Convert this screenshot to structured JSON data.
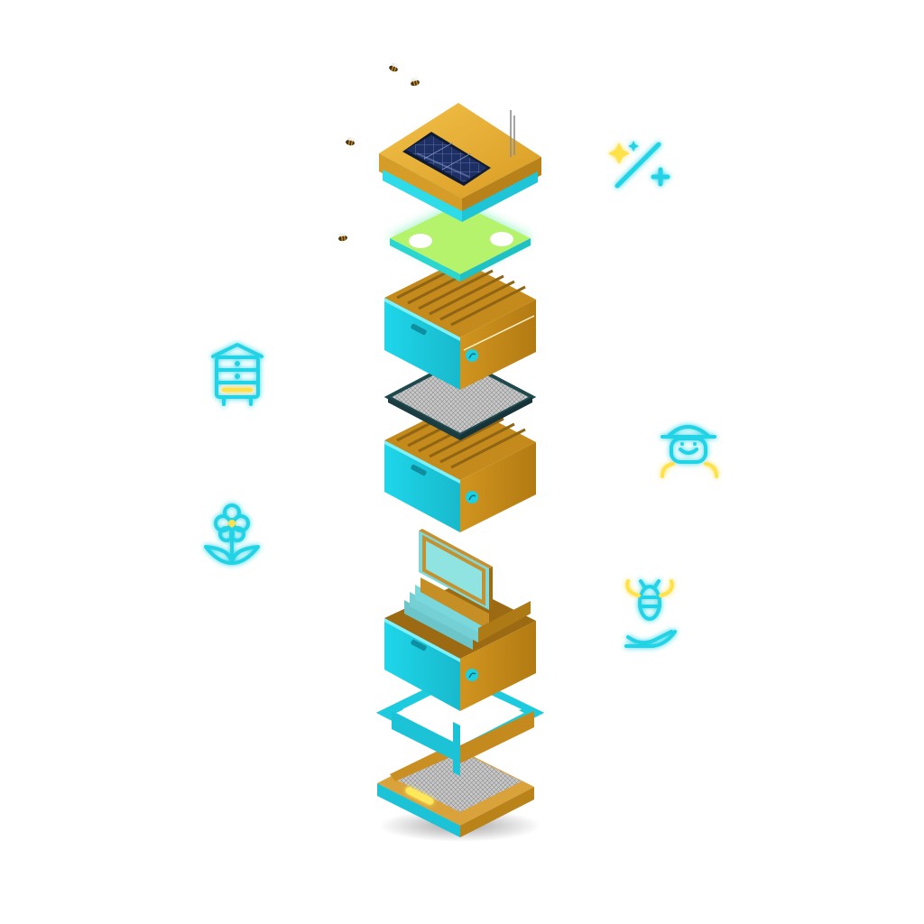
{
  "colors": {
    "background": "#ffffff",
    "wood_gold": "#e3a52a",
    "wood_gold_dark": "#b97f16",
    "wood_gold_light": "#f1c04a",
    "cyan": "#22d3e6",
    "cyan_dark": "#17a9bb",
    "cyan_light": "#6ff0fb",
    "neon_lime": "#a8f06a",
    "solar_panel": "#1b2a55",
    "mesh_grey": "#b9b9b9",
    "neon_yellow": "#ffe14a",
    "bee_body": "#4a3410",
    "bee_stripe": "#d19a2a"
  },
  "hive_layers": [
    {
      "name": "roof-with-solar-panel-and-antenna",
      "icon": "solar-panel-icon"
    },
    {
      "name": "inner-cover-with-two-holes"
    },
    {
      "name": "honey-super-box",
      "icon": "sensor-badge-icon"
    },
    {
      "name": "queen-excluder-mesh"
    },
    {
      "name": "middle-brood-box",
      "icon": "sensor-badge-icon"
    },
    {
      "name": "bottom-brood-box-with-frames",
      "icon": "sensor-badge-icon"
    },
    {
      "name": "entrance-reducer-frame"
    },
    {
      "name": "bottom-board-with-light-strip"
    }
  ],
  "side_icons": [
    {
      "name": "magic-wand-icon",
      "side": "right"
    },
    {
      "name": "beehive-icon",
      "side": "left"
    },
    {
      "name": "beekeeper-icon",
      "side": "right"
    },
    {
      "name": "flower-icon",
      "side": "left"
    },
    {
      "name": "bee-in-hand-icon",
      "side": "right"
    }
  ],
  "bees": [
    {
      "name": "flying-bee"
    },
    {
      "name": "flying-bee"
    },
    {
      "name": "flying-bee"
    },
    {
      "name": "flying-bee"
    }
  ]
}
